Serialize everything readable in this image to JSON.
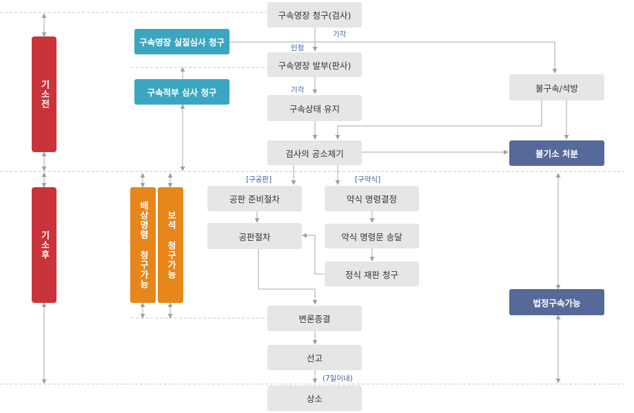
{
  "stages": {
    "pre_indictment": [
      "기",
      "소",
      "전"
    ],
    "post_indictment": [
      "기",
      "소",
      "후"
    ]
  },
  "side": {
    "sil_review": "구속영장 실질심사 청구",
    "legality_review": "구속적부 심사 청구",
    "compensation": "배상명령 청구가능",
    "bail": "보석 청구가능"
  },
  "flow": {
    "warrant_request": "구속영장 청구(검사)",
    "warrant_issued": "구속영장 발부(판사)",
    "detention": "구속상태 유지",
    "indictment": "검사의 공소제기",
    "release": "불구속/석방",
    "non_indictment": "불기소 처분",
    "pretrial": "공판 준비절차",
    "summary_order": "약식 명령결정",
    "trial": "공판절차",
    "summary_delivery": "약식 명령문 송달",
    "formal_trial": "정식 재판 청구",
    "court_detention": "법정구속가능",
    "closing": "변론종결",
    "sentence": "선고",
    "appeal": "상소"
  },
  "labels": {
    "rejected_1": "기각",
    "approved": "인정",
    "rejected_2": "기각",
    "formal_track": "[구공판]",
    "summary_track": "[구약식]",
    "within_days": "(7일이내)"
  },
  "colors": {
    "gray_box": "#e6e6e6",
    "teal": "#3ba6c0",
    "navy": "#566a99",
    "red": "#c8343a",
    "orange": "#e6861b",
    "line": "#aaaaaa"
  }
}
